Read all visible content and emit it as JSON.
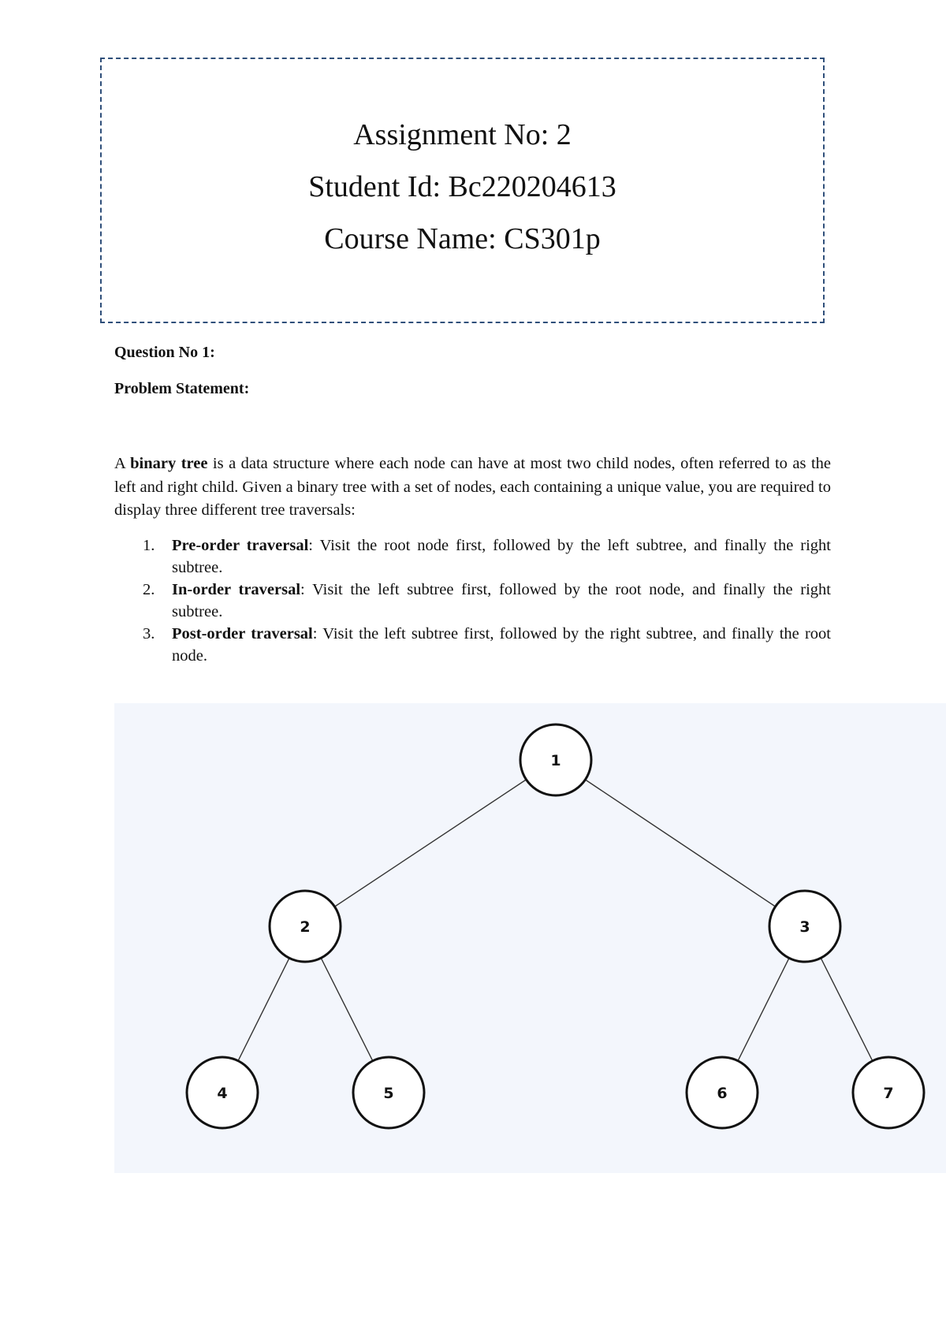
{
  "header": {
    "assignment": "Assignment No:  2",
    "student_id": "Student Id: Bc220204613",
    "course": "Course Name: CS301p"
  },
  "question": {
    "number_label": "Question No 1:",
    "problem_label": "Problem Statement:"
  },
  "intro": {
    "prefix": "A ",
    "bold_term": "binary tree",
    "text": " is a data structure where each node can have at most two child nodes, often referred to as the left and right child. Given a binary tree with a set of nodes, each containing a unique value, you are required to display three different tree traversals:"
  },
  "traversals": [
    {
      "number": "1.",
      "name": "Pre-order traversal",
      "description": ": Visit the root node first, followed by the left subtree, and finally the right subtree."
    },
    {
      "number": "2.",
      "name": "In-order traversal",
      "description": ": Visit the left subtree first, followed by the root node, and finally the right subtree."
    },
    {
      "number": "3.",
      "name": "Post-order traversal",
      "description": ": Visit the left subtree first, followed by the right subtree, and finally the root node."
    }
  ],
  "tree": {
    "colors": {
      "background": "#f3f6fc",
      "node_fill": "#ffffff",
      "node_stroke": "#111111",
      "edge": "#333333"
    },
    "nodes": [
      {
        "id": "1",
        "label": "1"
      },
      {
        "id": "2",
        "label": "2"
      },
      {
        "id": "3",
        "label": "3"
      },
      {
        "id": "4",
        "label": "4"
      },
      {
        "id": "5",
        "label": "5"
      },
      {
        "id": "6",
        "label": "6"
      },
      {
        "id": "7",
        "label": "7"
      }
    ],
    "edges": [
      {
        "from": "1",
        "to": "2"
      },
      {
        "from": "1",
        "to": "3"
      },
      {
        "from": "2",
        "to": "4"
      },
      {
        "from": "2",
        "to": "5"
      },
      {
        "from": "3",
        "to": "6"
      },
      {
        "from": "3",
        "to": "7"
      }
    ]
  }
}
